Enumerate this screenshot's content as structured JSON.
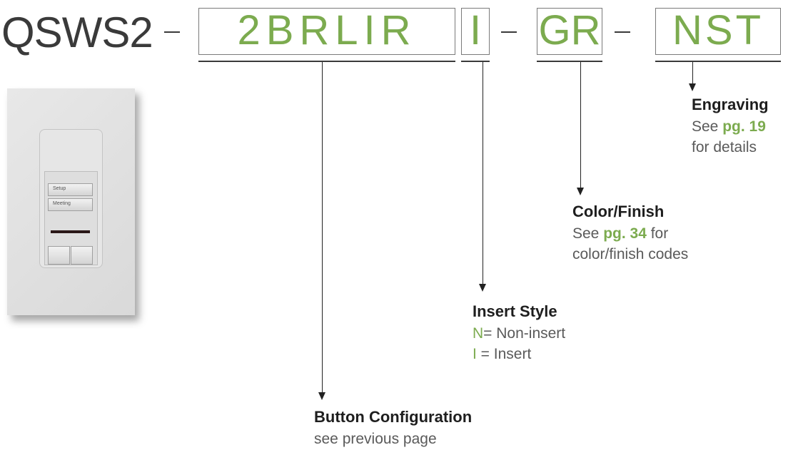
{
  "model": {
    "prefix": "QSWS2",
    "segments": {
      "button_config": "2BRLIR",
      "insert_style": "I",
      "color_finish": "GR",
      "engraving": "NST"
    }
  },
  "device": {
    "button_labels": [
      "Setup",
      "Meeting"
    ]
  },
  "callouts": {
    "engraving": {
      "title": "Engraving",
      "see": "See ",
      "page": "pg. 19",
      "rest": "for details"
    },
    "color_finish": {
      "title": "Color/Finish",
      "see": "See ",
      "page": "pg. 34",
      "after": " for",
      "rest": "color/finish codes"
    },
    "insert_style": {
      "title": "Insert Style",
      "options": [
        {
          "code": "N",
          "text": "= Non-insert"
        },
        {
          "code": "I",
          "text": " = Insert"
        }
      ]
    },
    "button_configuration": {
      "title": "Button Configuration",
      "rest": "see previous page"
    }
  },
  "colors": {
    "accent_green": "#7cab4f",
    "text_dark": "#1e1e1e",
    "text_gray": "#5a5a5a"
  }
}
